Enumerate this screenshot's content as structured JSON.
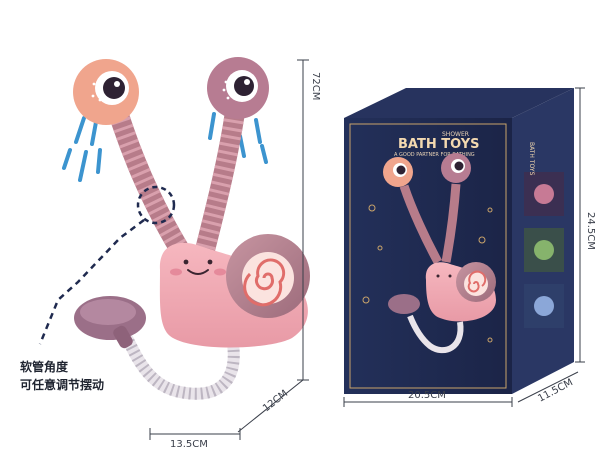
{
  "product": {
    "box_brand": "BATH TOYS",
    "box_subtitle": "SHOWER",
    "box_tagline": "A GOOD PARTNER FOR BATHING",
    "box_side_label": "BATH TOYS"
  },
  "annotation": {
    "line1": "软管角度",
    "line2": "可任意调节摆动"
  },
  "dimensions": {
    "toy_height": "72CM",
    "toy_depth": "12CM",
    "toy_width": "13.5CM",
    "box_width": "20.5CM",
    "box_height": "24.5CM",
    "box_depth": "11.5CM"
  },
  "colors": {
    "snail_body": "#f2a7b0",
    "snail_shell": "#b78793",
    "eye_left": "#f0a58d",
    "eye_right": "#b77c92",
    "box_navy": "#1f2a4f",
    "water": "#3c94cf"
  }
}
